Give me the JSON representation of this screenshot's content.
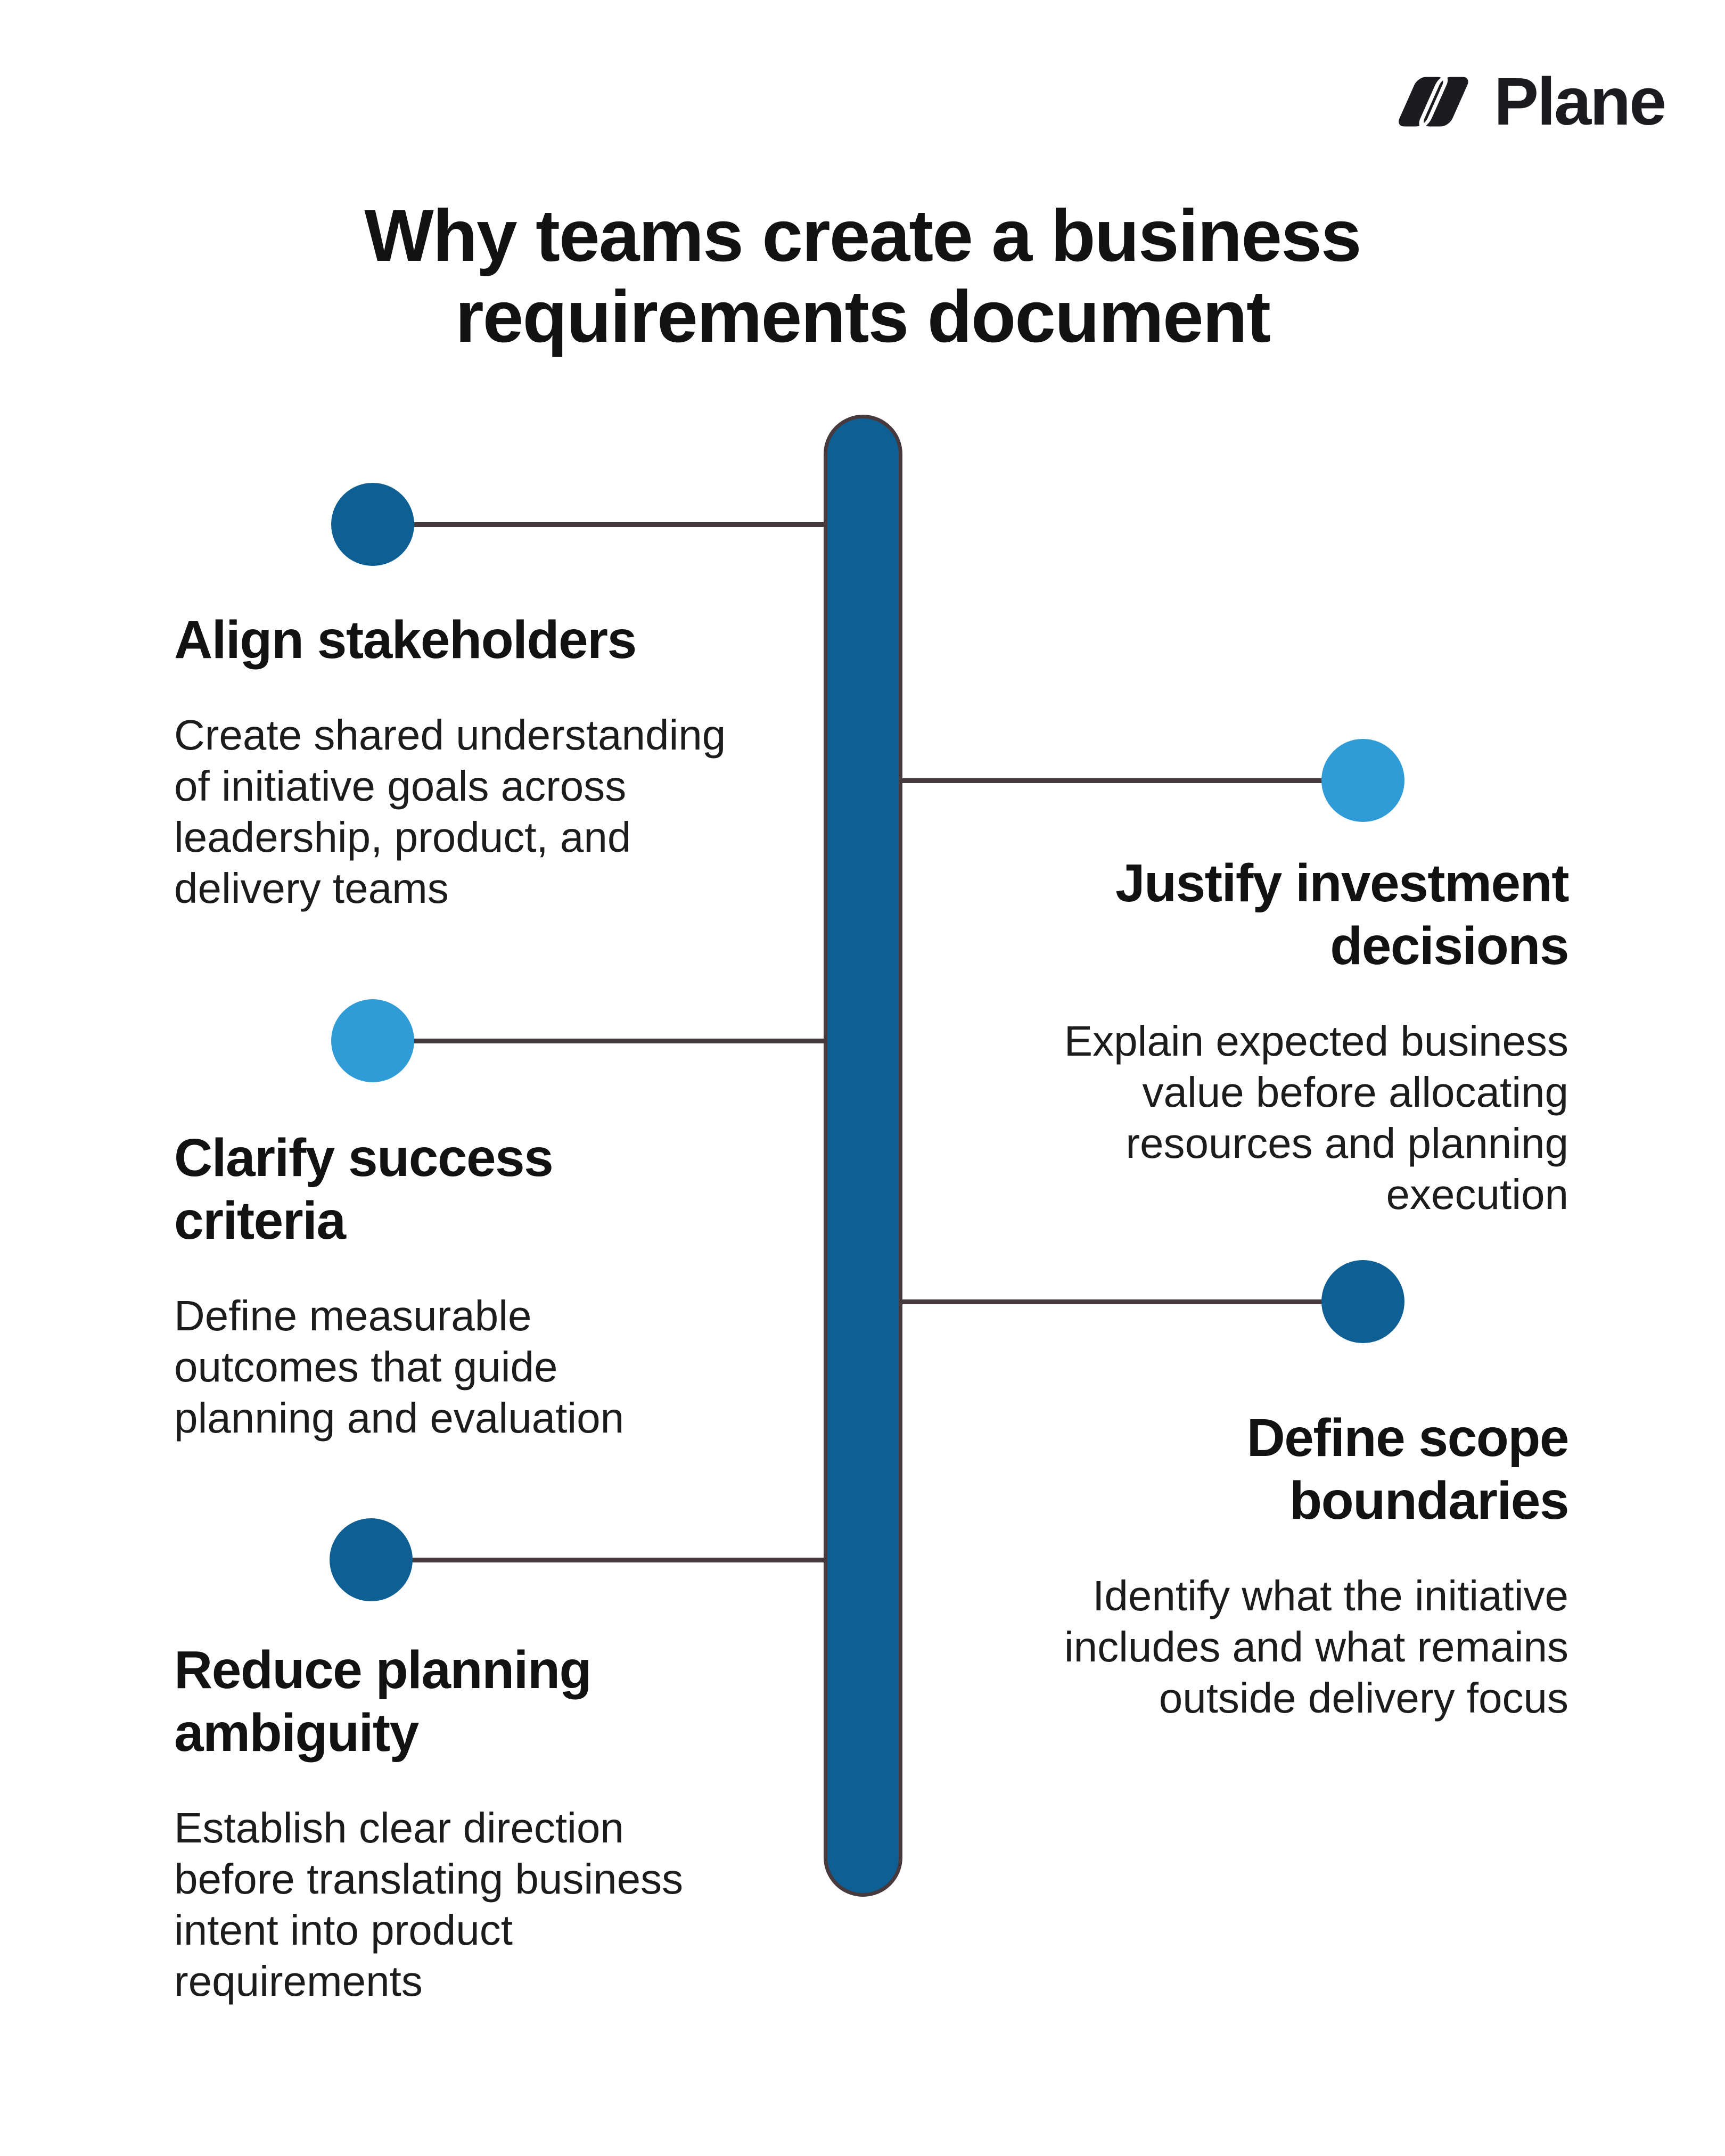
{
  "brand": {
    "name": "Plane"
  },
  "title": {
    "text": "Why teams create a business\nrequirements document"
  },
  "colors": {
    "background": "#ffffff",
    "logo_ink": "#1b1b20",
    "text_strong": "#121212",
    "text_body": "#1c1c1c",
    "accent_dark": "#0e6094",
    "accent_light": "#2f9bd7",
    "line": "#473a3e"
  },
  "items": [
    {
      "side": "left",
      "dot": "dark-blue",
      "heading": "Align stakeholders",
      "body": "Create shared understanding\nof initiative goals across\nleadership, product, and\ndelivery teams"
    },
    {
      "side": "right",
      "dot": "light-blue",
      "heading": "Justify investment\ndecisions",
      "body": "Explain expected business\nvalue before allocating\nresources and planning\nexecution"
    },
    {
      "side": "left",
      "dot": "light-blue",
      "heading": "Clarify success\ncriteria",
      "body": "Define measurable\noutcomes that guide\nplanning and evaluation"
    },
    {
      "side": "right",
      "dot": "dark-blue",
      "heading": "Define scope\nboundaries",
      "body": "Identify what the initiative\nincludes and what remains\noutside delivery focus"
    },
    {
      "side": "left",
      "dot": "dark-blue",
      "heading": "Reduce planning\nambiguity",
      "body": "Establish clear direction\nbefore translating business\nintent into product\nrequirements"
    }
  ]
}
